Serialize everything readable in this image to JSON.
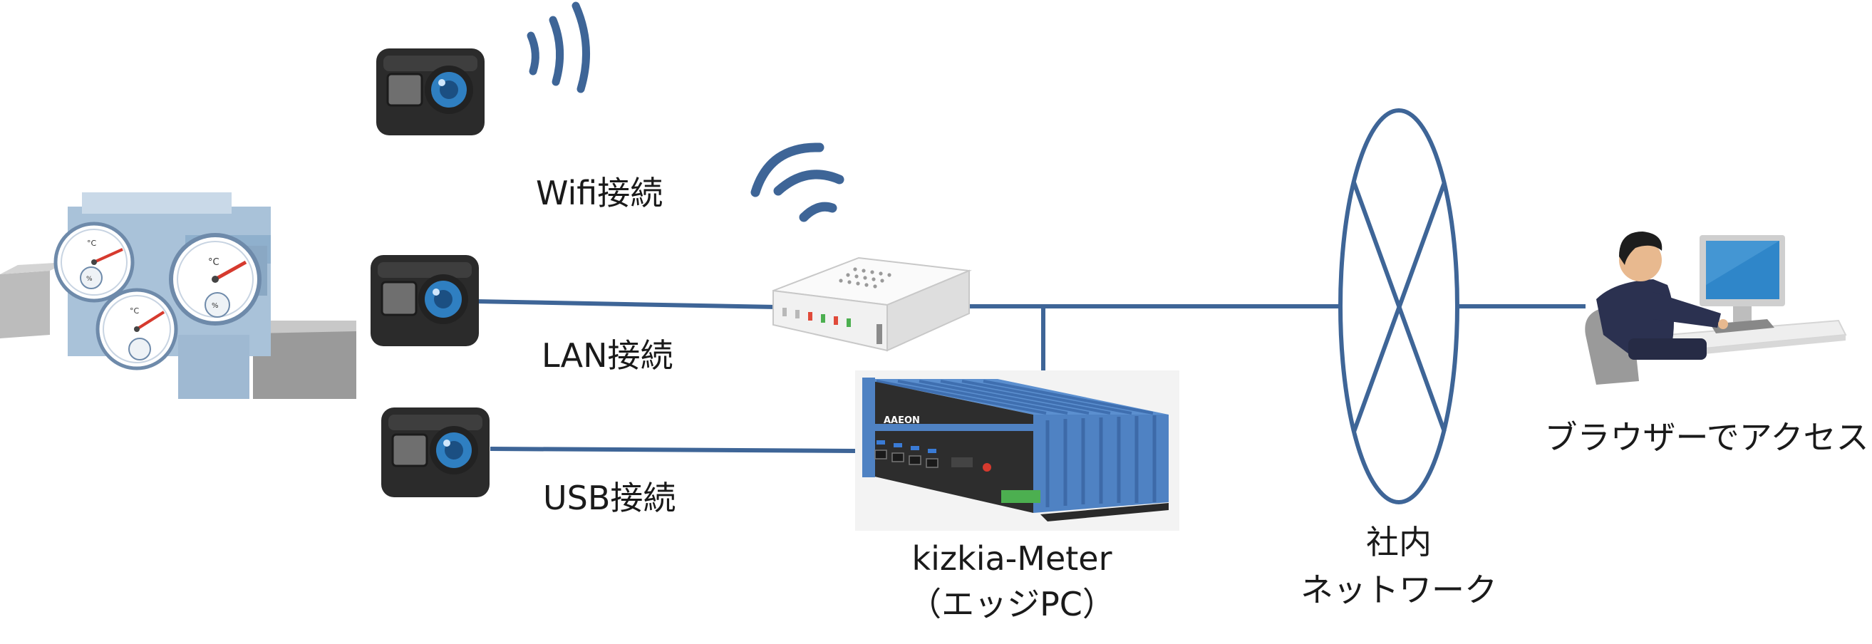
{
  "labels": {
    "wifi": "Wifi接続",
    "lan": "LAN接続",
    "usb": "USB接続",
    "edge_line1": "kizkia-Meter",
    "edge_line2": "（エッジPC）",
    "network_line1": "社内",
    "network_line2": "ネットワーク",
    "browser": "ブラウザーでアクセス"
  },
  "device_brand": "AAEON",
  "gauge_units": [
    "°C",
    "°C",
    "°C",
    "%",
    "%"
  ],
  "colors": {
    "line": "#3e6597",
    "camera_body": "#2b2b2b",
    "camera_lens": "#2f7fc1",
    "pc_blue": "#4f82c3",
    "router_white": "#f4f4f4",
    "machine_blue": "#a9c2d9"
  }
}
